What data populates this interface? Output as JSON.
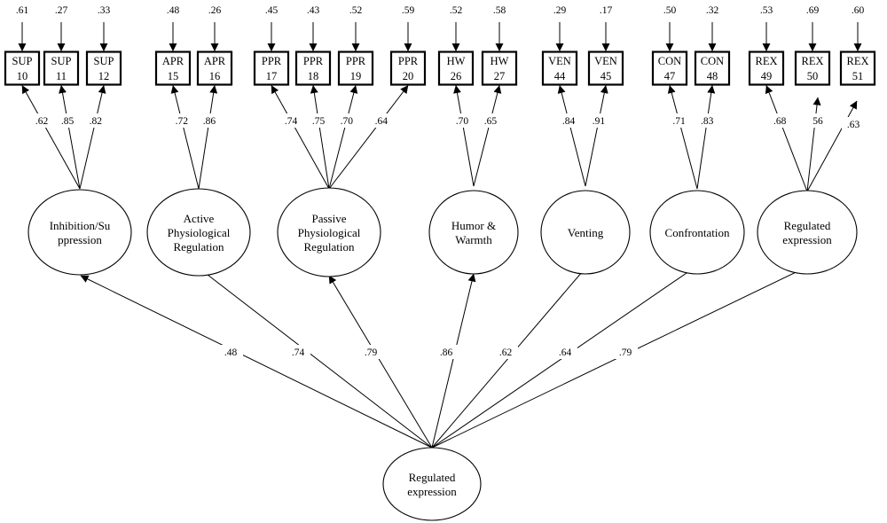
{
  "indicators": [
    {
      "code": "SUP",
      "num": "10",
      "error": ".61",
      "loading": ".62"
    },
    {
      "code": "SUP",
      "num": "11",
      "error": ".27",
      "loading": ".85"
    },
    {
      "code": "SUP",
      "num": "12",
      "error": ".33",
      "loading": ".82"
    },
    {
      "code": "APR",
      "num": "15",
      "error": ".48",
      "loading": ".72"
    },
    {
      "code": "APR",
      "num": "16",
      "error": ".26",
      "loading": ".86"
    },
    {
      "code": "PPR",
      "num": "17",
      "error": ".45",
      "loading": ".74"
    },
    {
      "code": "PPR",
      "num": "18",
      "error": ".43",
      "loading": ".75"
    },
    {
      "code": "PPR",
      "num": "19",
      "error": ".52",
      "loading": ".70"
    },
    {
      "code": "PPR",
      "num": "20",
      "error": ".59",
      "loading": ".64"
    },
    {
      "code": "HW",
      "num": "26",
      "error": ".52",
      "loading": ".70"
    },
    {
      "code": "HW",
      "num": "27",
      "error": ".58",
      "loading": ".65"
    },
    {
      "code": "VEN",
      "num": "44",
      "error": ".29",
      "loading": ".84"
    },
    {
      "code": "VEN",
      "num": "45",
      "error": ".17",
      "loading": ".91"
    },
    {
      "code": "CON",
      "num": "47",
      "error": ".50",
      "loading": ".71"
    },
    {
      "code": "CON",
      "num": "48",
      "error": ".32",
      "loading": ".83"
    },
    {
      "code": "REX",
      "num": "49",
      "error": ".53",
      "loading": ".68"
    },
    {
      "code": "REX",
      "num": "50",
      "error": ".69",
      "loading": "56"
    },
    {
      "code": "REX",
      "num": "51",
      "error": ".60",
      "loading": ".63"
    }
  ],
  "factors": [
    {
      "lines": [
        "Inhibition/Su",
        "ppression"
      ],
      "path": ".48"
    },
    {
      "lines": [
        "Active",
        "Physiological",
        "Regulation"
      ],
      "path": ".74"
    },
    {
      "lines": [
        "Passive",
        "Physiological",
        "Regulation"
      ],
      "path": ".79"
    },
    {
      "lines": [
        "Humor &",
        "Warmth"
      ],
      "path": ".86"
    },
    {
      "lines": [
        "Venting"
      ],
      "path": ".62"
    },
    {
      "lines": [
        "Confrontation"
      ],
      "path": ".64"
    },
    {
      "lines": [
        "Regulated",
        "expression"
      ],
      "path": ".79"
    }
  ],
  "higher_factor": {
    "lines": [
      "Regulated",
      "expression"
    ]
  }
}
